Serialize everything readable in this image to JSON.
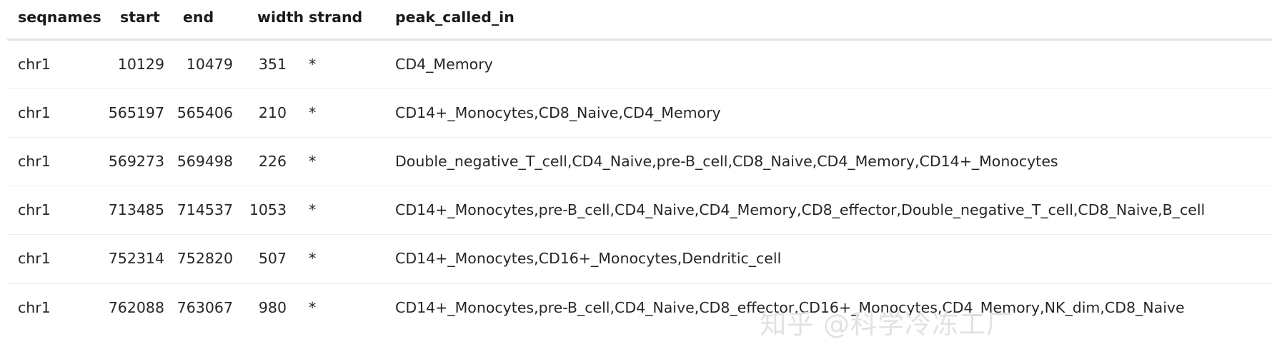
{
  "table": {
    "columns": [
      {
        "key": "seqnames",
        "label": "seqnames",
        "align": "left"
      },
      {
        "key": "start",
        "label": "start",
        "align": "right"
      },
      {
        "key": "end",
        "label": "end",
        "align": "right"
      },
      {
        "key": "width",
        "label": "width",
        "align": "right"
      },
      {
        "key": "strand",
        "label": "strand",
        "align": "left"
      },
      {
        "key": "peak_called_in",
        "label": "peak_called_in",
        "align": "left"
      }
    ],
    "rows": [
      {
        "seqnames": "chr1",
        "start": "10129",
        "end": "10479",
        "width": "351",
        "strand": "*",
        "peak_called_in": "CD4_Memory"
      },
      {
        "seqnames": "chr1",
        "start": "565197",
        "end": "565406",
        "width": "210",
        "strand": "*",
        "peak_called_in": "CD14+_Monocytes,CD8_Naive,CD4_Memory"
      },
      {
        "seqnames": "chr1",
        "start": "569273",
        "end": "569498",
        "width": "226",
        "strand": "*",
        "peak_called_in": "Double_negative_T_cell,CD4_Naive,pre-B_cell,CD8_Naive,CD4_Memory,CD14+_Monocytes"
      },
      {
        "seqnames": "chr1",
        "start": "713485",
        "end": "714537",
        "width": "1053",
        "strand": "*",
        "peak_called_in": "CD14+_Monocytes,pre-B_cell,CD4_Naive,CD4_Memory,CD8_effector,Double_negative_T_cell,CD8_Naive,B_cell"
      },
      {
        "seqnames": "chr1",
        "start": "752314",
        "end": "752820",
        "width": "507",
        "strand": "*",
        "peak_called_in": "CD14+_Monocytes,CD16+_Monocytes,Dendritic_cell"
      },
      {
        "seqnames": "chr1",
        "start": "762088",
        "end": "763067",
        "width": "980",
        "strand": "*",
        "peak_called_in": "CD14+_Monocytes,pre-B_cell,CD4_Naive,CD8_effector,CD16+_Monocytes,CD4_Memory,NK_dim,CD8_Naive"
      }
    ]
  },
  "watermark": {
    "text": "知乎 @科学冷冻工厂"
  },
  "colors": {
    "background": "#ffffff",
    "header_text": "#1a1a1a",
    "cell_text": "#262626",
    "header_rule": "#e3e3e3",
    "row_rule": "#ededed",
    "watermark": "#e2e2e2"
  }
}
